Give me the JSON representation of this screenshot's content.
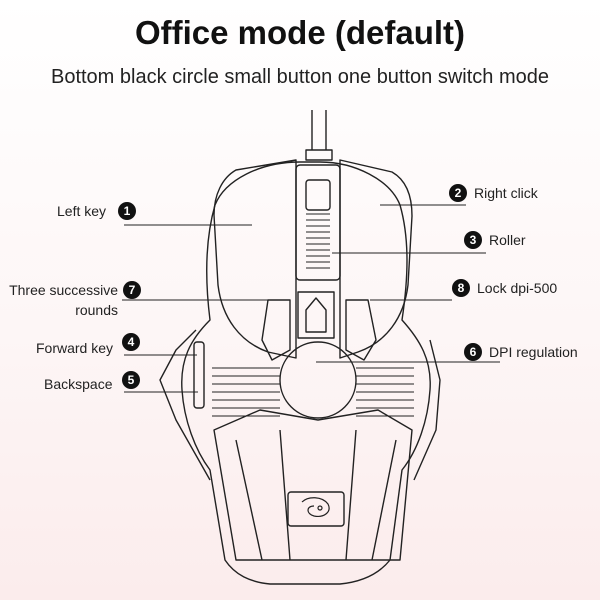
{
  "header": {
    "title": "Office mode (default)",
    "subtitle": "Bottom black circle small button one button switch mode"
  },
  "callouts": [
    {
      "num": "1",
      "label": "Left key"
    },
    {
      "num": "2",
      "label": "Right click"
    },
    {
      "num": "3",
      "label": "Roller"
    },
    {
      "num": "4",
      "label": "Forward key"
    },
    {
      "num": "5",
      "label": "Backspace"
    },
    {
      "num": "6",
      "label": "DPI regulation"
    },
    {
      "num": "7",
      "label_line1": "Three successive",
      "label_line2": "rounds"
    },
    {
      "num": "8",
      "label": "Lock dpi-500"
    }
  ],
  "colors": {
    "line": "#222222",
    "badge": "#111111",
    "background_bottom": "#fbecec"
  },
  "icons": [
    "mouse-outline-icon",
    "dragon-logo-icon"
  ]
}
